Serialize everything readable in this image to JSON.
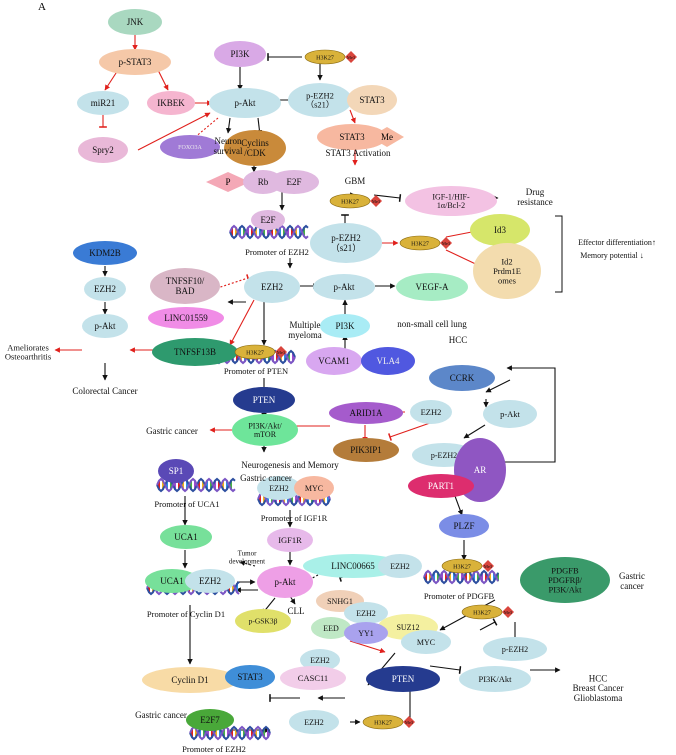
{
  "panel_label": "A",
  "nodes": {
    "jnk": "JNK",
    "pstat3": "p-STAT3",
    "mir21": "miR21",
    "ikbek": "IKBEK",
    "spry2": "Spry2",
    "pi3k_top": "PI3K",
    "h3k27": "H3K27",
    "me3": "Me3",
    "pakt_top": "p-Akt",
    "pezh2_s21_top": "p-EZH2\n（s21）",
    "stat3_top": "STAT3",
    "stat3_me_a": "STAT3",
    "me": "Me",
    "stat3_activation": "STAT3 Activation",
    "gbm": "GBM",
    "neuron_survival": "Neuron\nsurvival",
    "foxo3a": "FOXO3A",
    "cyclins_cdk": "Cyclins\n/CDK",
    "p": "P",
    "rb": "Rb",
    "e2f": "E2F",
    "igf1": "IGF-1/HIF-\n1α/Bcl-2",
    "drug_resistance": "Drug\nresistance",
    "e2f_promoter": "E2F",
    "promoter_ezh2_top": "Promoter of EZH2",
    "pezh2_s21_mid": "p-EZH2\n（s21）",
    "id3": "Id3",
    "id2": "Id2\nPrdm1E\nomes",
    "effector": "Effector differentiation↑",
    "memory": "Memory potential ↓",
    "kdm2b": "KDM2B",
    "ezh2_left": "EZH2",
    "pakt_left": "p-Akt",
    "ameliorates": "Ameliorates\nOsteoarthritis",
    "colorectal": "Colorectal Cancer",
    "tnfsf10": "TNFSF10/\nBAD",
    "ezh2_center": "EZH2",
    "pakt_mid": "p-Akt",
    "vegfa": "VEGF-A",
    "linc01559": "LINC01559",
    "multiple_myeloma": "Multiple\nmyeloma",
    "pi3k_mid": "PI3K",
    "nsclc": "non-small cell lung",
    "tnfsf13b": "TNFSF13B",
    "vcam1": "VCAM1",
    "vla4": "VLA4",
    "promoter_pten": "Promoter of PTEN",
    "hcc_top": "HCC",
    "ccrk": "CCRK",
    "pten_top": "PTEN",
    "arid1a": "ARID1A",
    "ezh2_right": "EZH2",
    "pakt_right": "p-Akt",
    "gastric_cancer_1": "Gastric cancer",
    "pi3k_akt_mtor": "PI3K/Akt/\nmTOR",
    "pik3ip1": "PIK3IP1",
    "pezh2_right": "p-EZH2",
    "ar": "AR",
    "neurogenesis": "Neurogenesis and Memory",
    "gastric_cancer_2": "Gastric cancer",
    "part1": "PART1",
    "sp1": "SP1",
    "ezh2_igf": "EZH2",
    "myc_igf": "MYC",
    "promoter_uca1": "Promoter of UCA1",
    "promoter_igf1r": "Promoter of IGF1R",
    "plzf": "PLZF",
    "uca1": "UCA1",
    "igf1r": "IGF1R",
    "tumor_development": "Tumor\ndevelopment",
    "linc00665": "LINC00665",
    "ezh2_linc": "EZH2",
    "pdgfb": "PDGFB\nPDGFRβ/\nPI3K/Akt",
    "gastric_cancer_3": "Gastric\ncancer",
    "uca1_cyc": "UCA1",
    "ezh2_cyc": "EZH2",
    "pakt_low": "p-Akt",
    "cll": "CLL",
    "promoter_pdgfb": "Promoter of PDGFB",
    "snhg1": "SNHG1",
    "ezh2_prc": "EZH2",
    "promoter_cyclind1": "Promoter of Cyclin D1",
    "eed": "EED",
    "yy1": "YY1",
    "suz12": "SUZ12",
    "myc_low": "MYC",
    "pgsk3b": "p-GSK3β",
    "pezh2_low": "p-EZH2",
    "cyclin_d1": "Cyclin D1",
    "stat3_low": "STAT3",
    "ezh2_casc": "EZH2",
    "casc11": "CASC11",
    "pten_low": "PTEN",
    "pi3k_akt_low": "PI3K/Akt",
    "hcc_list": "HCC\nBreast Cancer\nGlioblastoma",
    "gastric_cancer_4": "Gastric cancer",
    "e2f7": "E2F7",
    "ezh2_bottom": "EZH2",
    "promoter_ezh2_bottom": "Promoter of EZH2"
  },
  "colors": {
    "jnk": "#a9d8c0",
    "pstat3": "#f5c8a8",
    "light_blue": "#c3e2ea",
    "pink": "#e9b8d8",
    "ikbek": "#f5b5cf",
    "pi3k_purple": "#d9a9e6",
    "gold": "#d9b23a",
    "me3_red": "#d9453d",
    "stat3_beige": "#f3d7b8",
    "stat3_peach": "#f7b8a0",
    "foxo3a": "#a07ad6",
    "cyclins": "#c98a3a",
    "p_pink": "#f4a8b6",
    "rb": "#e0b9e0",
    "igf1_pink": "#f3c2e3",
    "id3": "#d6e66a",
    "id2": "#f3dcae",
    "kdm2b": "#3a7bd5",
    "tnfsf10": "#d9b6c6",
    "linc01559": "#f08ce6",
    "vegfa": "#a6ecc4",
    "pi3k_cyan": "#a9ecf5",
    "tnfsf13b": "#2e9a6e",
    "vcam1": "#d8a7f0",
    "vla4": "#5058e0",
    "pten_navy": "#253b8f",
    "ccrk": "#5c87c9",
    "arid1a": "#a55bcc",
    "pi3k_green": "#6ee59a",
    "pik3ip1": "#b47c3a",
    "ar": "#8f56c2",
    "part1": "#dd2d6e",
    "sp1": "#5a49b6",
    "plzf": "#7b8de6",
    "uca1": "#77e09a",
    "igf1r": "#e7b9ea",
    "linc00665": "#a9f0e8",
    "pdgfb": "#3a9a6a",
    "pakt_pink": "#ee9fe6",
    "snhg1": "#f0d0b8",
    "eed": "#bfe8c5",
    "yy1": "#a9a2ee",
    "suz12": "#f4f0a0",
    "pgsk3b": "#e0e06a",
    "cyclin_d1": "#f8dba6",
    "stat3_blue": "#3f8ed8",
    "casc11": "#f2cde9",
    "e2f7": "#49a839",
    "red": "#e0201c",
    "black": "#111111"
  }
}
